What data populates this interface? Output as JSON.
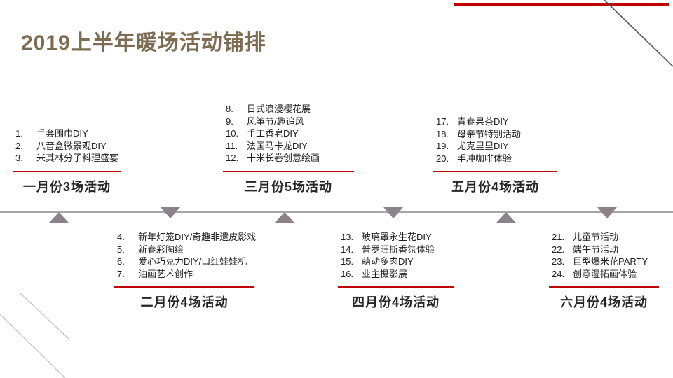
{
  "slide": {
    "title": "2019上半年暖场活动铺排"
  },
  "colors": {
    "title_color": "#7d6c52",
    "accent_red": "#c00000",
    "triangle_gray": "#8b8389",
    "timeline_gray": "#a6a6a6",
    "diagonal_dark": "#4e586a",
    "diagonal_light": "#bcbcbc"
  },
  "timeline": {
    "groups": [
      {
        "month": "january",
        "position": "above",
        "label": "一月份3场活动",
        "items": [
          {
            "num": "1.",
            "text": "手套围巾DIY"
          },
          {
            "num": "2.",
            "text": "八音盒微景观DIY"
          },
          {
            "num": "3.",
            "text": "米其林分子料理盛宴"
          }
        ]
      },
      {
        "month": "february",
        "position": "below",
        "label": "二月份4场活动",
        "items": [
          {
            "num": "4.",
            "text": "新年灯笼DIY/奇趣非遗皮影戏"
          },
          {
            "num": "5.",
            "text": "新春彩陶绘"
          },
          {
            "num": "6.",
            "text": "爱心巧克力DIY/口红娃娃机"
          },
          {
            "num": "7.",
            "text": "油画艺术创作"
          }
        ]
      },
      {
        "month": "march",
        "position": "above",
        "label": "三月份5场活动",
        "items": [
          {
            "num": "8.",
            "text": "日式浪漫樱花展"
          },
          {
            "num": "9.",
            "text": "风筝节/趣追风"
          },
          {
            "num": "10.",
            "text": "手工香皂DIY"
          },
          {
            "num": "11.",
            "text": "法国马卡龙DIY"
          },
          {
            "num": "12.",
            "text": "十米长卷创意绘画"
          }
        ]
      },
      {
        "month": "april",
        "position": "below",
        "label": "四月份4场活动",
        "items": [
          {
            "num": "13.",
            "text": "玻璃罩永生花DIY"
          },
          {
            "num": "14.",
            "text": "普罗旺斯香氛体验"
          },
          {
            "num": "15.",
            "text": "萌动多肉DIY"
          },
          {
            "num": "16.",
            "text": "业主摄影展"
          }
        ]
      },
      {
        "month": "may",
        "position": "above",
        "label": "五月份4场活动",
        "items": [
          {
            "num": "17.",
            "text": "青春果茶DIY"
          },
          {
            "num": "18.",
            "text": "母亲节特别活动"
          },
          {
            "num": "19.",
            "text": "尤克里里DIY"
          },
          {
            "num": "20.",
            "text": "手冲咖啡体验"
          }
        ]
      },
      {
        "month": "june",
        "position": "below",
        "label": "六月份4场活动",
        "items": [
          {
            "num": "21.",
            "text": "儿童节活动"
          },
          {
            "num": "22.",
            "text": "端午节活动"
          },
          {
            "num": "23.",
            "text": "巨型爆米花PARTY"
          },
          {
            "num": "24.",
            "text": "创意湿拓画体验"
          }
        ]
      }
    ]
  }
}
